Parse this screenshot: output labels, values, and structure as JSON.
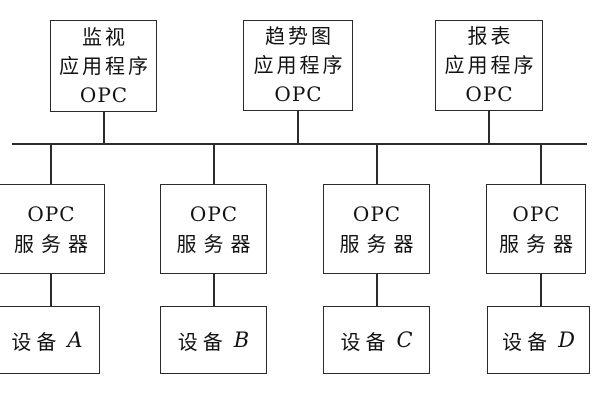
{
  "diagram_title": "OPC client-server architecture diagram",
  "colors": {
    "line": "#2b2b2b",
    "text": "#121212",
    "background": "#ffffff"
  },
  "top_apps": [
    {
      "line1": "监视",
      "line2": "应用程序",
      "line3": "OPC"
    },
    {
      "line1": "趋势图",
      "line2": "应用程序",
      "line3": "OPC"
    },
    {
      "line1": "报表",
      "line2": "应用程序",
      "line3": "OPC"
    }
  ],
  "servers": [
    {
      "line1": "OPC",
      "line2": "服务器"
    },
    {
      "line1": "OPC",
      "line2": "服务器"
    },
    {
      "line1": "OPC",
      "line2": "服务器"
    },
    {
      "line1": "OPC",
      "line2": "服务器"
    }
  ],
  "devices": [
    {
      "prefix": "设备",
      "id": "A"
    },
    {
      "prefix": "设备",
      "id": "B"
    },
    {
      "prefix": "设备",
      "id": "C"
    },
    {
      "prefix": "设备",
      "id": "D"
    }
  ]
}
